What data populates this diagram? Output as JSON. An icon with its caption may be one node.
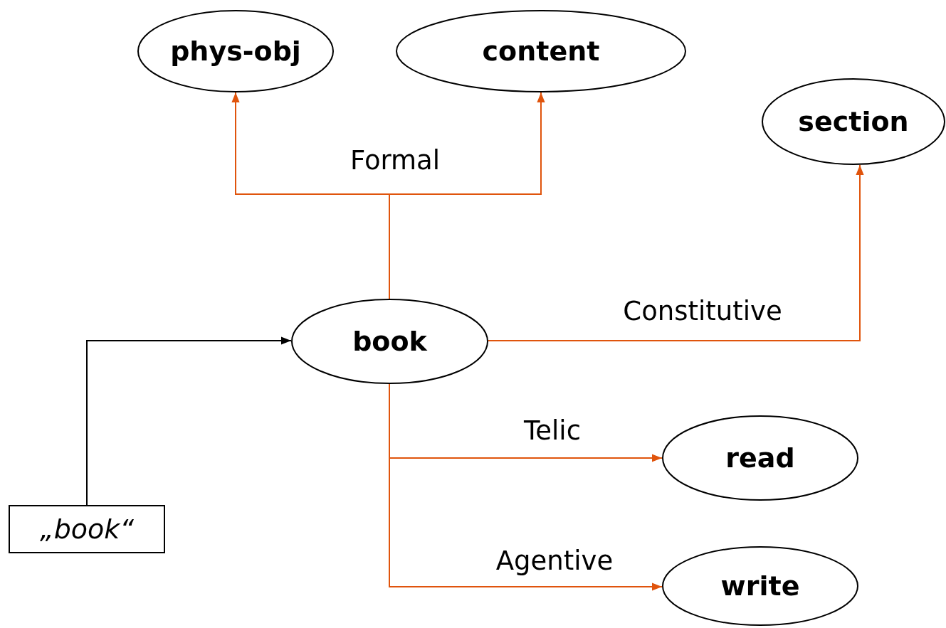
{
  "diagram": {
    "nodes": [
      {
        "text": [
          "phys-obj"
        ]
      },
      {
        "text": [
          "content"
        ]
      },
      {
        "text": [
          "section"
        ]
      },
      {
        "text": [
          "book"
        ]
      },
      {
        "text": [
          "read"
        ]
      },
      {
        "text": [
          "write"
        ]
      },
      {
        "text": [
          "„book“"
        ]
      }
    ],
    "edges": [
      {
        "from": 3,
        "to": 0,
        "arrow": "to",
        "label": "Formal"
      },
      {
        "from": 3,
        "to": 1,
        "arrow": "to"
      },
      {
        "from": 3,
        "to": 2,
        "arrow": "to",
        "label": "Constitutive"
      },
      {
        "from": 3,
        "to": 4,
        "arrow": "to",
        "label": "Telic"
      },
      {
        "from": 3,
        "to": 5,
        "arrow": "to",
        "label": "Agentive"
      },
      {
        "from": 6,
        "to": 3,
        "arrow": "to",
        "color": "#000000"
      }
    ]
  }
}
